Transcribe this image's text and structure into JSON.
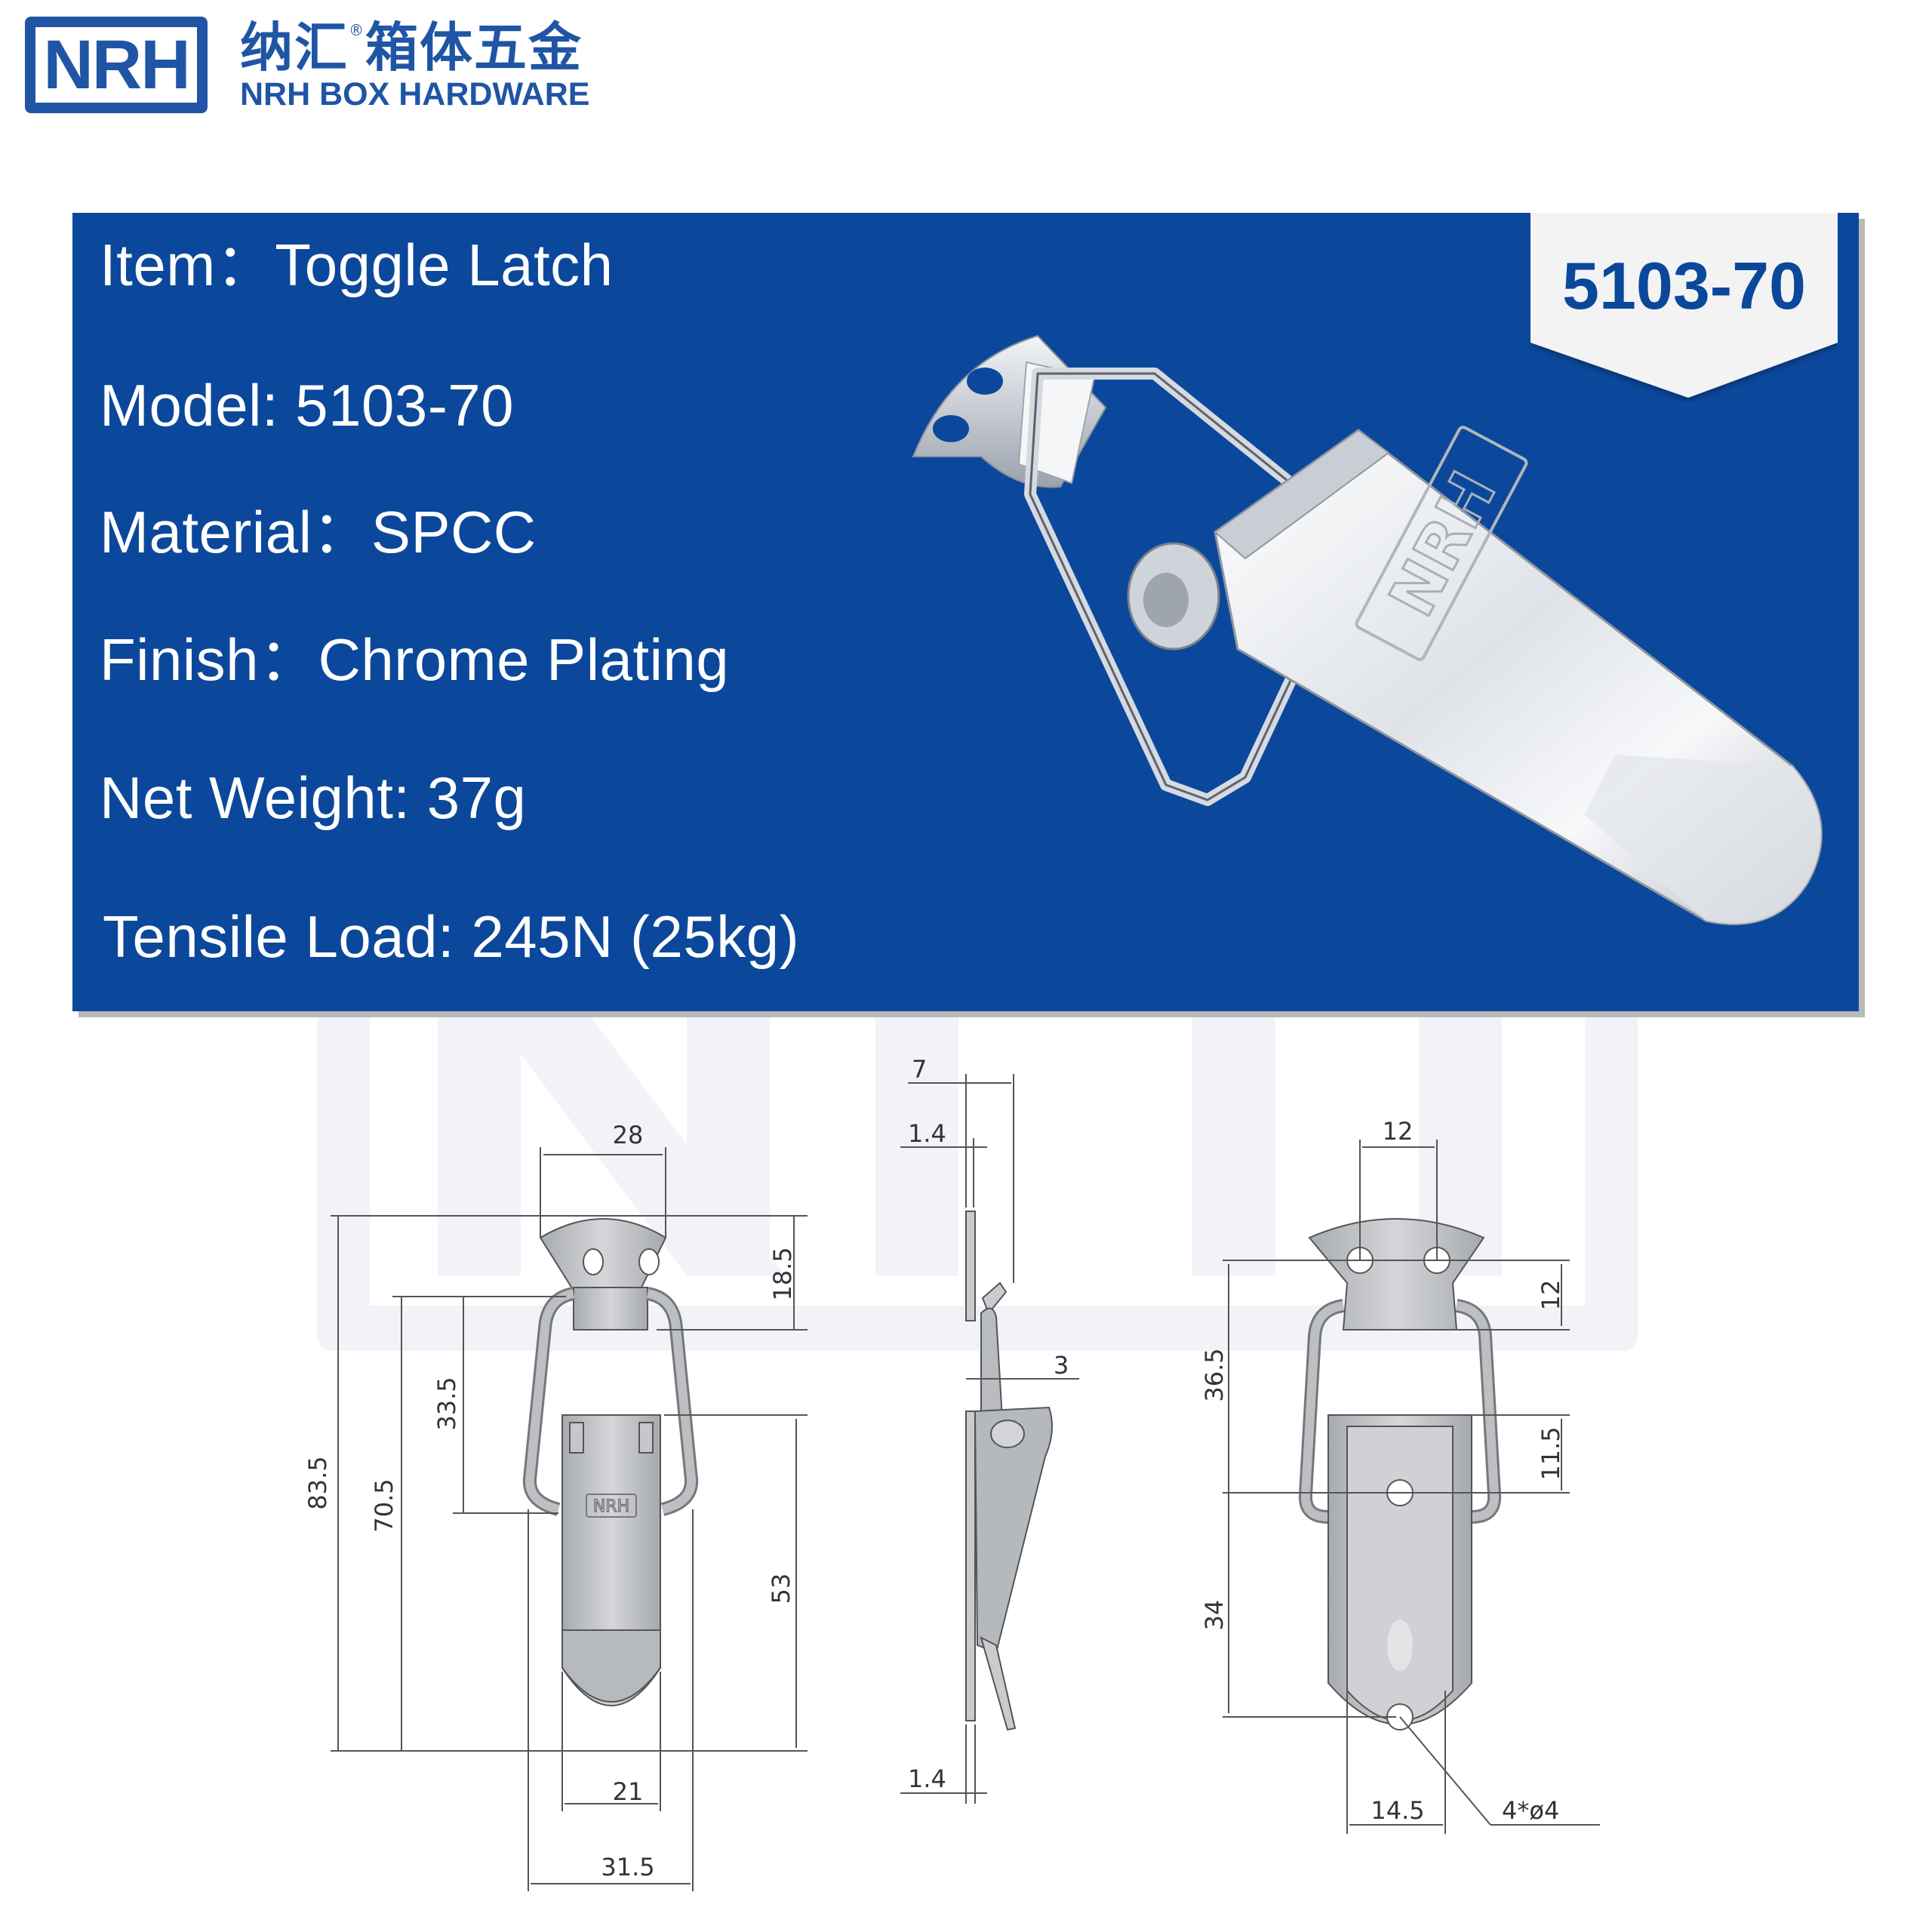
{
  "header": {
    "logo_text": "NRH",
    "brand_cn": "纳汇",
    "brand_cn_rest": "箱体五金",
    "registered_mark": "®",
    "brand_en": "NRH BOX HARDWARE"
  },
  "panel": {
    "background_color": "#0b489b",
    "badge_label": "5103-70",
    "specs": [
      {
        "label": "Item：",
        "value": "Toggle Latch"
      },
      {
        "label": "Model: ",
        "value": "5103-70"
      },
      {
        "label": "Material：",
        "value": "SPCC"
      },
      {
        "label": "Finish：",
        "value": "Chrome Plating"
      },
      {
        "label": "Net Weight: ",
        "value": "37g"
      },
      {
        "label": "Tensile Load: ",
        "value": "245N (25kg)"
      }
    ],
    "photo_emboss": "NRH"
  },
  "drawing": {
    "front_view": {
      "dims": {
        "top_width": "28",
        "plate_height": "18.5",
        "total_height": "83.5",
        "hook_to_bottom": "70.5",
        "wire_span": "33.5",
        "lever_height": "53",
        "lever_width": "21",
        "overall_width": "31.5"
      },
      "emboss": "NRH"
    },
    "side_view": {
      "dims": {
        "depth": "7",
        "thickness_top": "1.4",
        "wire": "3",
        "thickness_bottom": "1.4"
      }
    },
    "back_view": {
      "dims": {
        "hole_spacing_x": "12",
        "hole_spacing_y": "12",
        "plate_to_pivot": "36.5",
        "pivot_offset": "11.5",
        "pivot_to_bottom_hole": "34",
        "bottom_width": "14.5",
        "holes": "4*ø4"
      }
    }
  }
}
